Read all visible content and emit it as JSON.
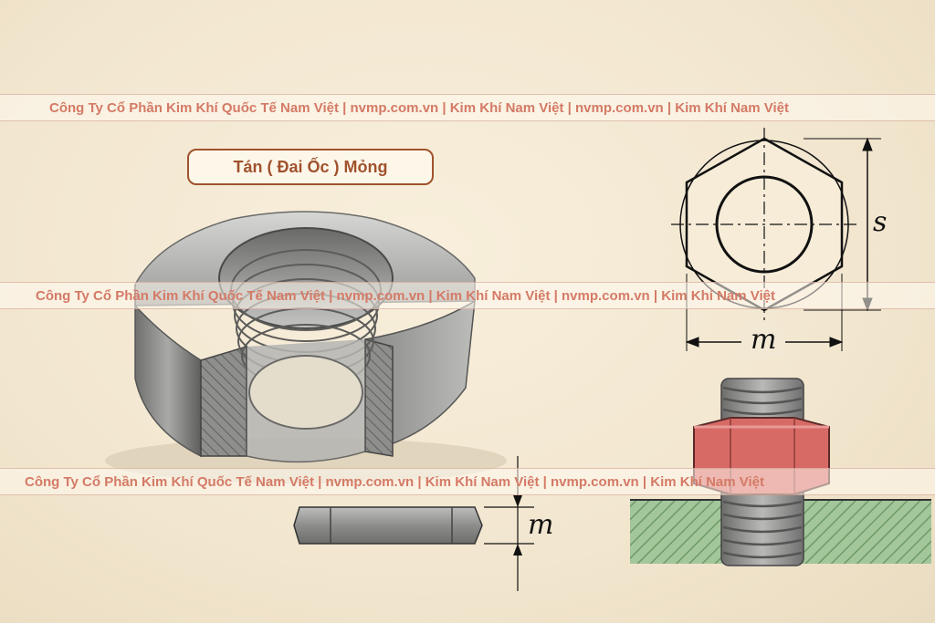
{
  "title": "Tán ( Đai Ốc ) Mỏng",
  "watermark": {
    "line_1": "Công Ty Cổ Phần Kim Khí Quốc Tế Nam Việt | nvmp.com.vn | Kim Khí Nam Việt | nvmp.com.vn | Kim Khí Nam Việt",
    "line_2": "Công Ty Cổ Phần Kim Khí Quốc Tế Nam Việt | nvmp.com.vn | Kim Khí Nam Việt | nvmp.com.vn | Kim Khí Nam Việt",
    "line_3": "Công Ty Cổ Phần Kim Khí Quốc Tế Nam Việt | nvmp.com.vn | Kim Khí Nam Việt | nvmp.com.vn | Kim Khí Nam Việt"
  },
  "dimensions": {
    "width_across_flats": "s",
    "height_top_view": "m",
    "height_side_view": "m"
  },
  "colors": {
    "watermark_text": "#d47a66",
    "title_border": "#a0522d",
    "steel": "#9a9a9a",
    "nut_red": "#d86a66",
    "ground_green": "#8fb88a"
  }
}
